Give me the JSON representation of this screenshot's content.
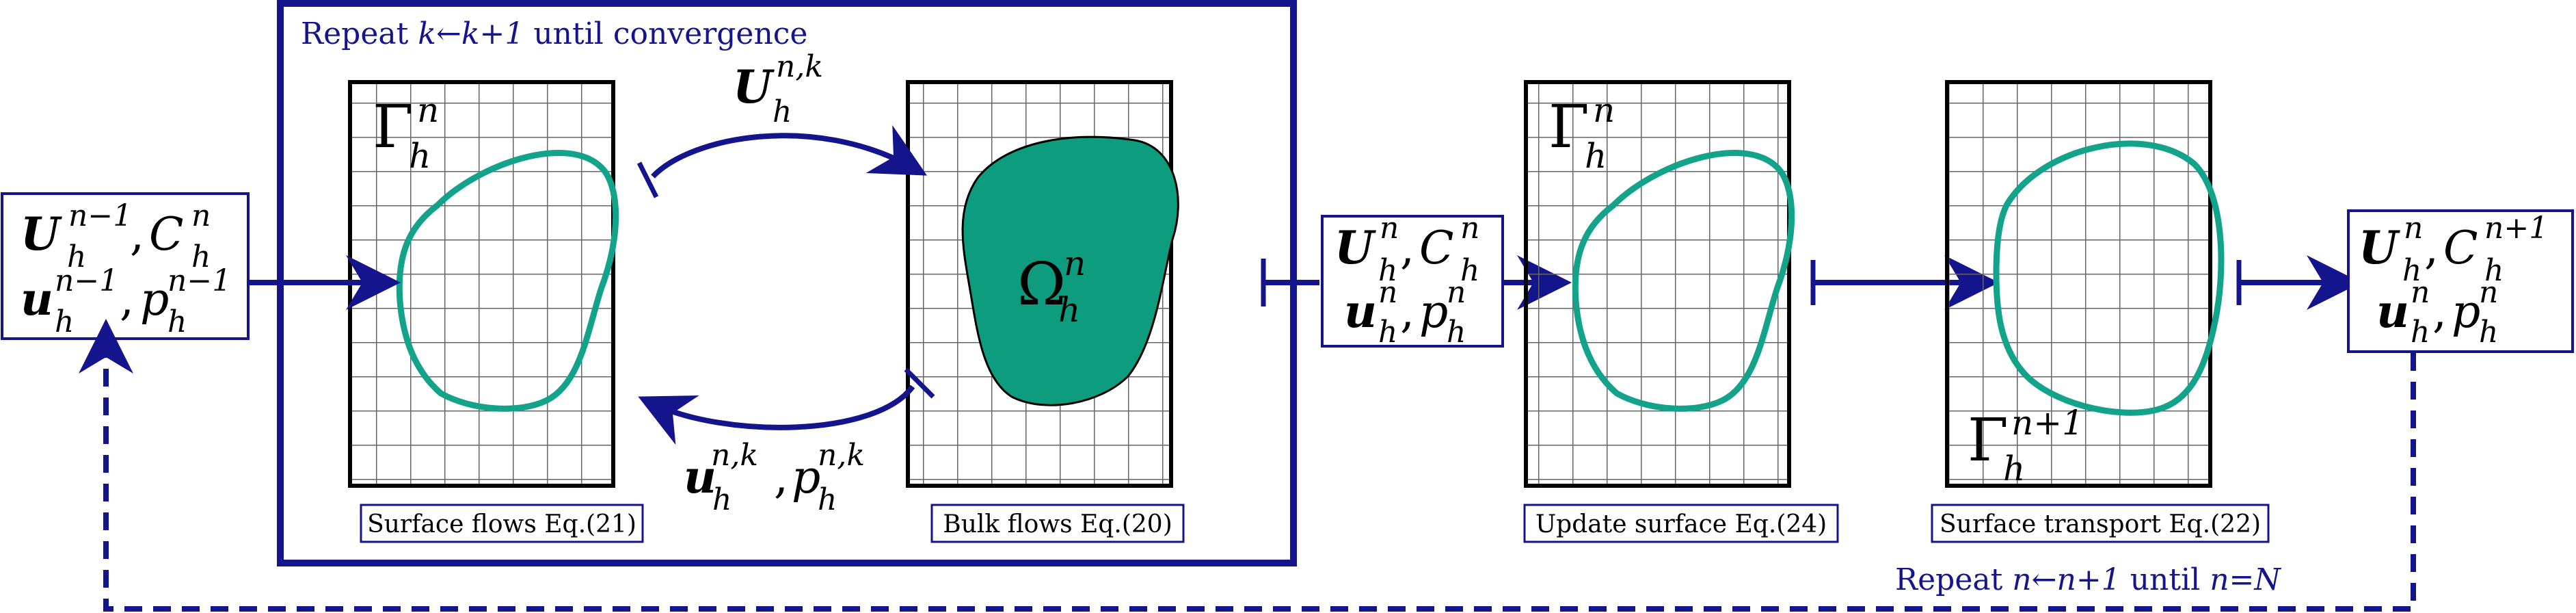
{
  "colors": {
    "navy": "#14148c",
    "teal": "#13a38a",
    "teal_fill": "#0e9c7e",
    "grid": "#666666",
    "frame": "#000000"
  },
  "outer_loop": {
    "label_prefix": "Repeat ",
    "label_var": "k",
    "label_arrow": "←",
    "label_update": "k+1",
    "label_suffix": " until convergence"
  },
  "time_loop": {
    "label_prefix": "Repeat ",
    "label_var": "n",
    "label_arrow": "←",
    "label_update": "n+1",
    "label_until": " until ",
    "label_cond": "n=N"
  },
  "panels": [
    {
      "id": "surface-flows",
      "caption": "Surface flows Eq.(21)",
      "symbol": "Γ",
      "sup": "n",
      "sub": "h"
    },
    {
      "id": "bulk-flows",
      "caption": "Bulk flows Eq.(20)",
      "symbol": "Ω",
      "sup": "n",
      "sub": "h"
    },
    {
      "id": "update-surface",
      "caption": "Update surface Eq.(24)",
      "symbol": "Γ",
      "sup": "n",
      "sub": "h"
    },
    {
      "id": "surface-transport",
      "caption": "Surface transport Eq.(22)",
      "symbol": "Γ",
      "sup": "n+1",
      "sub": "h"
    }
  ],
  "states": {
    "input": {
      "line1": {
        "U": "U",
        "U_sub": "h",
        "U_sup": "n−1",
        "C": "C",
        "C_sub": "h",
        "C_sup": "n"
      },
      "line2": {
        "u": "u",
        "u_sub": "h",
        "u_sup": "n−1",
        "p": "p",
        "p_sub": "h",
        "p_sup": "n−1"
      }
    },
    "middle": {
      "line1": {
        "U": "U",
        "U_sub": "h",
        "U_sup": "n",
        "C": "C",
        "C_sub": "h",
        "C_sup": "n"
      },
      "line2": {
        "u": "u",
        "u_sub": "h",
        "u_sup": "n",
        "p": "p",
        "p_sub": "h",
        "p_sup": "n"
      }
    },
    "output": {
      "line1": {
        "U": "U",
        "U_sub": "h",
        "U_sup": "n",
        "C": "C",
        "C_sub": "h",
        "C_sup": "n+1"
      },
      "line2": {
        "u": "u",
        "u_sub": "h",
        "u_sup": "n",
        "p": "p",
        "p_sub": "h",
        "p_sup": "n"
      }
    }
  },
  "coupling": {
    "top": {
      "U": "U",
      "sub": "h",
      "sup": "n,k"
    },
    "bottom": {
      "u": "u",
      "u_sub": "h",
      "u_sup": "n,k",
      "p": "p",
      "p_sub": "h",
      "p_sup": "n,k"
    }
  }
}
